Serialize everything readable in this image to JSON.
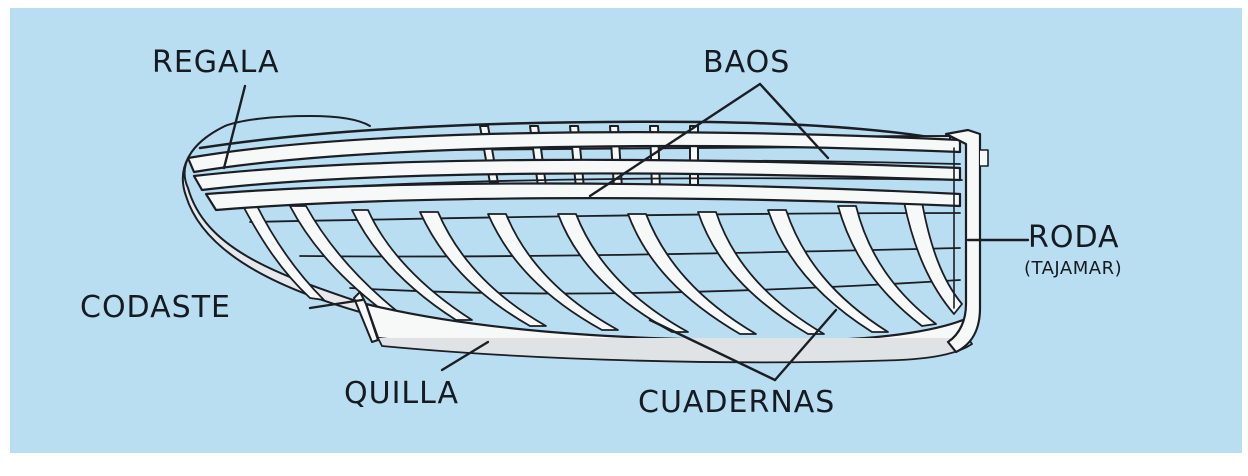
{
  "colors": {
    "background": "#b9def2",
    "outline": "#1b1e24",
    "wood": "#f7f8f8",
    "shadow": "#c9cdcf"
  },
  "labels": {
    "regala": "REGALA",
    "baos": "BAOS",
    "roda": "RODA",
    "tajamar": "(TAJAMAR)",
    "codaste": "CODASTE",
    "quilla": "QUILLA",
    "cuadernas": "CUADERNAS"
  },
  "illustration": "ship-hull-frame"
}
